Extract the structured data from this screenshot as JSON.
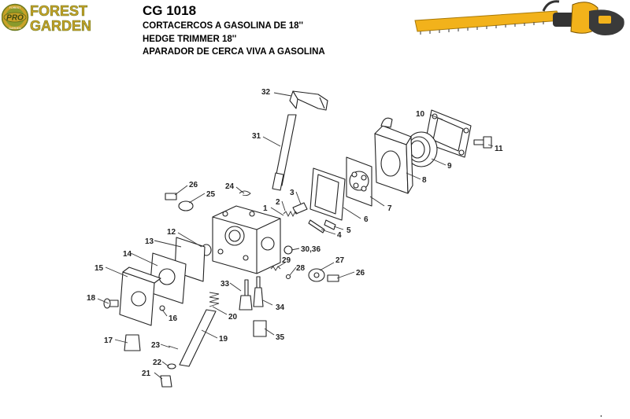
{
  "brand": {
    "line1": "FOREST",
    "line2": "GARDEN",
    "badge": "PRO",
    "ring_top": "FOREST",
    "ring_bottom": "GARDEN",
    "green": "#7a8a2a",
    "gold": "#c9a227"
  },
  "header": {
    "model": "CG 1018",
    "lines": [
      "CORTACERCOS A GASOLINA DE 18''",
      "HEDGE TRIMMER 18''",
      "APARADOR DE CERCA VIVA A GASOLINA"
    ]
  },
  "product_icon": "hedge-trimmer",
  "parts": [
    "1",
    "2",
    "3",
    "4",
    "5",
    "6",
    "7",
    "8",
    "9",
    "10",
    "11",
    "12",
    "13",
    "14",
    "15",
    "16",
    "17",
    "18",
    "19",
    "20",
    "21",
    "22",
    "23",
    "24",
    "25",
    "26",
    "26",
    "27",
    "28",
    "29",
    "30,36",
    "31",
    "32",
    "33",
    "34",
    "35"
  ],
  "footer_mark": "."
}
